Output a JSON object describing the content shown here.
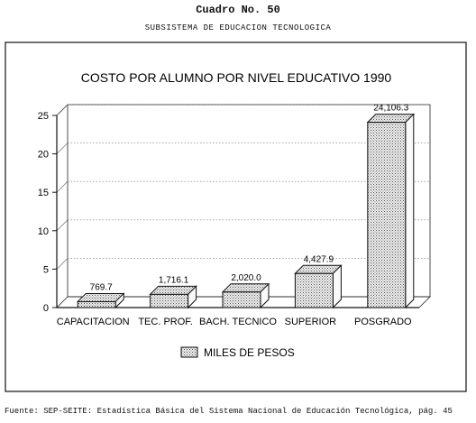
{
  "document": {
    "title": "Cuadro No. 50",
    "subtitle": "SUBSISTEMA DE EDUCACION TECNOLOGICA",
    "source": "Fuente: SEP-SEITE: Estadística Básica del Sistema Nacional de Educación Tecnológica, pág. 45"
  },
  "chart_data": {
    "type": "bar",
    "title": "COSTO POR ALUMNO POR NIVEL EDUCATIVO 1990",
    "categories": [
      "CAPACITACION",
      "TEC. PROF.",
      "BACH. TECNICO",
      "SUPERIOR",
      "POSGRADO"
    ],
    "values": [
      0.7697,
      1.7161,
      2.02,
      4.4279,
      24.1063
    ],
    "value_labels": [
      "769.7",
      "1,716.1",
      "2,020.0",
      "4,427.9",
      "24,106.3"
    ],
    "series": [
      {
        "name": "MILES DE PESOS",
        "values": [
          0.7697,
          1.7161,
          2.02,
          4.4279,
          24.1063
        ]
      }
    ],
    "yticks": [
      "0",
      "5",
      "10",
      "15",
      "20",
      "25"
    ],
    "ylim": [
      0,
      25
    ],
    "grid": true,
    "style": "3d",
    "legend_position": "bottom",
    "colors": {
      "bar_fill": "#eeeeee",
      "bar_stipple": "#555555",
      "bar_edge": "#111111"
    }
  }
}
